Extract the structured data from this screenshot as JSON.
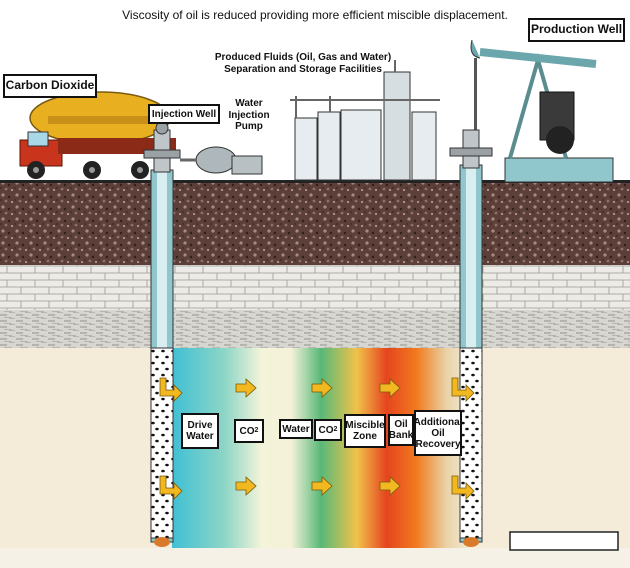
{
  "title": "Viscosity of oil is reduced providing more efficient miscible displacement.",
  "labels": {
    "carbon_dioxide": "Carbon Dioxide",
    "injection_well": "Injection Well",
    "water_injection_pump": [
      "Water",
      "Injection",
      "Pump"
    ],
    "produced_fluids": [
      "Produced Fluids (Oil, Gas and Water)",
      "Separation and Storage Facilities"
    ],
    "production_well": "Production Well"
  },
  "zones": {
    "drive_water": [
      "Drive",
      "Water"
    ],
    "co2_a": {
      "base": "CO",
      "sub": "2"
    },
    "water": "Water",
    "co2_b": {
      "base": "CO",
      "sub": "2"
    },
    "miscible_zone": [
      "Miscible",
      "Zone"
    ],
    "oil_bank": [
      "Oil",
      "Bank"
    ],
    "additional_oil_recovery": [
      "Additional",
      "Oil",
      "Recovery"
    ]
  },
  "colors": {
    "drive_water": "#49c6d6",
    "co2_band": "#f2f3d8",
    "water_band": "#66c08a",
    "miscible_band": "#f0a02a",
    "oil_bank": "#d9281c",
    "reservoir": "#f4ebd9",
    "rubble": "#6a4a42",
    "brick": "#e9e6de",
    "arrow": "#f2b820"
  }
}
